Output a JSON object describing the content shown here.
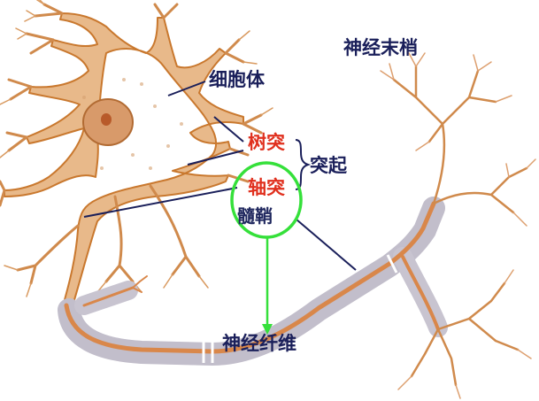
{
  "diagram": {
    "labels": {
      "cell_body": "细胞体",
      "nerve_ending": "神经末梢",
      "dendrite": "树突",
      "axon": "轴突",
      "process": "突起",
      "myelin_sheath": "髓鞘",
      "nerve_fiber": "神经纤维"
    },
    "colors": {
      "neuron_fill": "#e8b98a",
      "neuron_stroke": "#c9782e",
      "axon_core": "#d9874a",
      "sheath": "#c8c4d0",
      "leader_line": "#1a1f5a",
      "highlight_circle": "#35e03a",
      "highlight_arrow": "#35e03a",
      "red_label": "#e0301e",
      "dark_label": "#1a1f5a"
    }
  }
}
